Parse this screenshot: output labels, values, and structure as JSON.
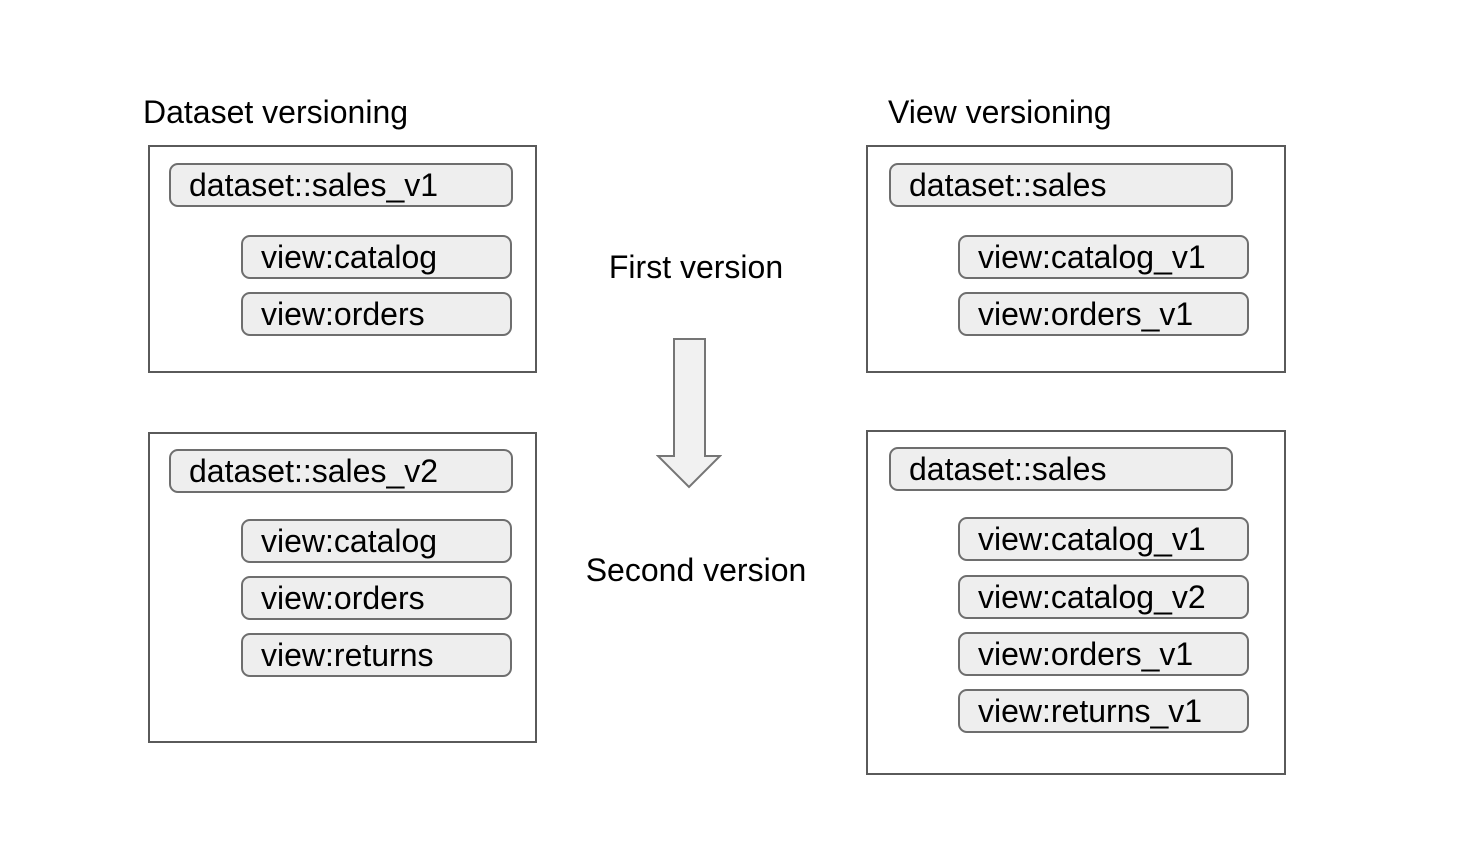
{
  "colors": {
    "pill_fill": "#eeeeee",
    "pill_border": "#6e6e6e",
    "box_border": "#5a5a5a",
    "arrow_fill": "#f1f1f1",
    "arrow_stroke": "#757575",
    "text": "#000000",
    "page_bg": "#ffffff"
  },
  "diagram": {
    "left_column": {
      "title": "Dataset versioning",
      "first": {
        "dataset": "dataset::sales_v1",
        "views": [
          "view:catalog",
          "view:orders"
        ]
      },
      "second": {
        "dataset": "dataset::sales_v2",
        "views": [
          "view:catalog",
          "view:orders",
          "view:returns"
        ]
      }
    },
    "right_column": {
      "title": "View versioning",
      "first": {
        "dataset": "dataset::sales",
        "views": [
          "view:catalog_v1",
          "view:orders_v1"
        ]
      },
      "second": {
        "dataset": "dataset::sales",
        "views": [
          "view:catalog_v1",
          "view:catalog_v2",
          "view:orders_v1",
          "view:returns_v1"
        ]
      }
    },
    "center": {
      "first_label": "First version",
      "second_label": "Second version",
      "arrow_icon": "down-arrow"
    }
  }
}
